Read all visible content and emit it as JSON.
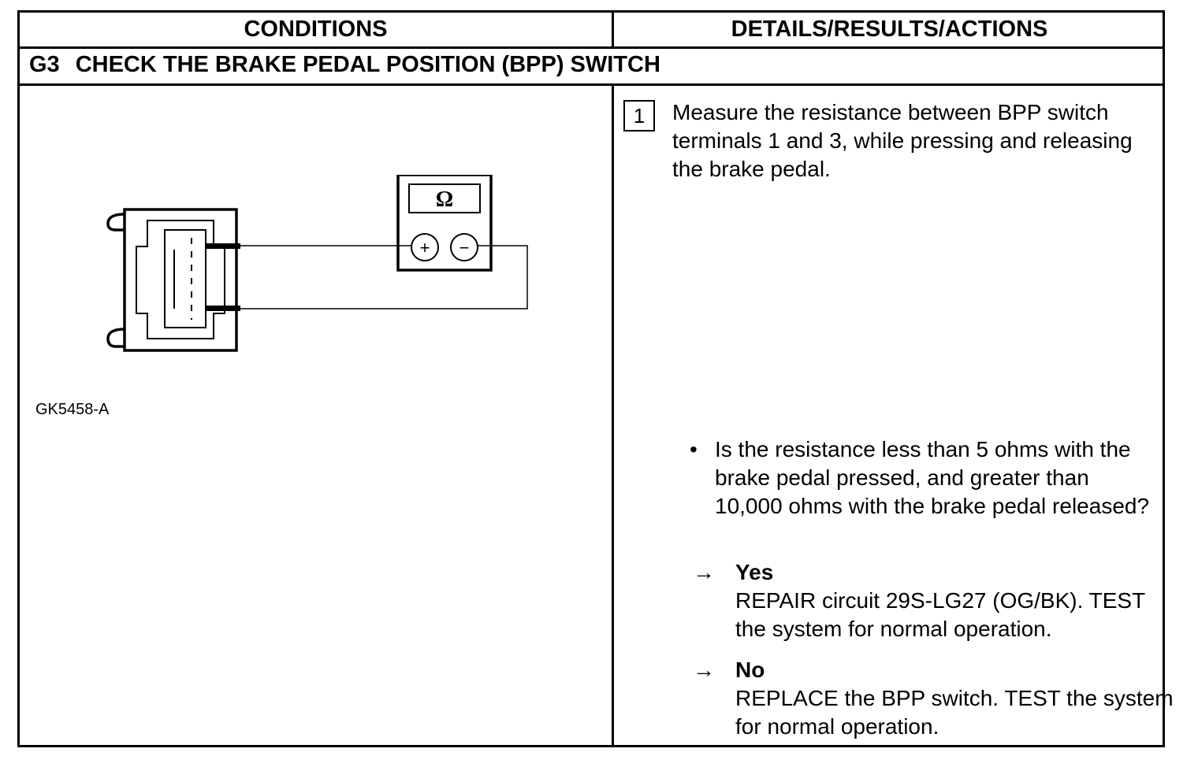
{
  "header": {
    "conditions": "CONDITIONS",
    "details": "DETAILS/RESULTS/ACTIONS"
  },
  "test_step": {
    "id": "G3",
    "title": "CHECK THE BRAKE PEDAL POSITION (BPP) SWITCH"
  },
  "diagram": {
    "meter_symbol": "Ω",
    "plus_symbol": "+",
    "minus_symbol": "−",
    "figure_id": "GK5458-A"
  },
  "step": {
    "number": "1",
    "instruction": "Measure the resistance between BPP switch terminals 1 and 3, while pressing and releasing the brake pedal.",
    "question": "Is the resistance less than 5 ohms with the brake pedal pressed, and greater than 10,000 ohms with the brake pedal released?"
  },
  "answers": {
    "arrow": "→",
    "bullet": "•",
    "yes": {
      "label": "Yes",
      "action": "REPAIR circuit 29S-LG27 (OG/BK). TEST the system for normal operation."
    },
    "no": {
      "label": "No",
      "action": "REPLACE the BPP switch. TEST the system for normal operation."
    }
  }
}
